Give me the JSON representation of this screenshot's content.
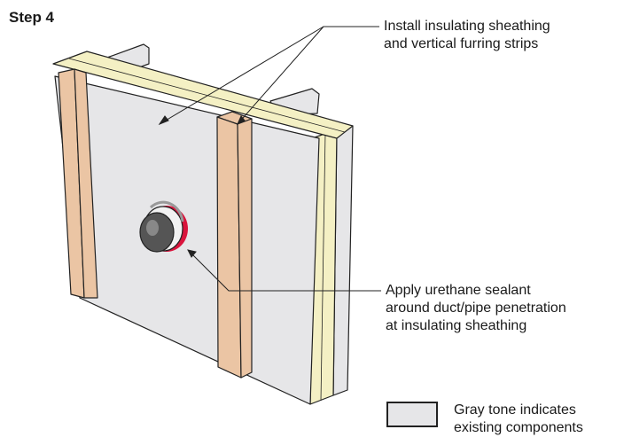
{
  "step": {
    "title": "Step 4"
  },
  "callouts": {
    "sheathing": {
      "lines": [
        "Install insulating sheathing",
        "and vertical furring strips"
      ]
    },
    "sealant": {
      "lines": [
        "Apply urethane sealant",
        "around duct/pipe penetration",
        "at insulating sheathing"
      ]
    }
  },
  "legend": {
    "lines": [
      "Gray tone indicates",
      "existing components"
    ]
  },
  "colors": {
    "existing_gray": "#e6e6e8",
    "sheathing_yellow": "#f4f0c4",
    "furring_wood": "#ebc5a4",
    "sealant_red": "#d9143c",
    "outline": "#222222"
  }
}
